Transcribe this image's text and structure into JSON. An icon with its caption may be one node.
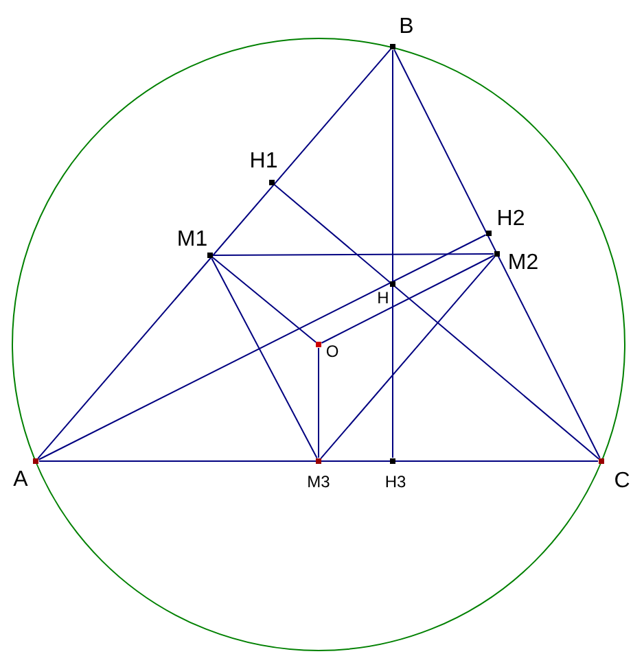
{
  "diagram": {
    "nodes": [
      {
        "text": [
          "B"
        ]
      },
      {
        "text": [
          "H1"
        ]
      },
      {
        "text": [
          "H2"
        ]
      },
      {
        "text": [
          "M1"
        ]
      },
      {
        "text": [
          "M2"
        ]
      },
      {
        "text": [
          "H"
        ]
      },
      {
        "text": [
          "O"
        ]
      },
      {
        "text": [
          "A"
        ]
      },
      {
        "text": [
          "M3"
        ]
      },
      {
        "text": [
          "H3"
        ]
      },
      {
        "text": [
          "C"
        ]
      }
    ],
    "edges": [
      {
        "from": 7,
        "to": 0,
        "arrow": "none"
      },
      {
        "from": 0,
        "to": 10,
        "arrow": "none"
      },
      {
        "from": 7,
        "to": 10,
        "arrow": "none"
      },
      {
        "from": 0,
        "to": 9,
        "arrow": "none"
      },
      {
        "from": 7,
        "to": 2,
        "arrow": "none"
      },
      {
        "from": 10,
        "to": 1,
        "arrow": "none"
      },
      {
        "from": 3,
        "to": 4,
        "arrow": "none"
      },
      {
        "from": 4,
        "to": 8,
        "arrow": "none"
      },
      {
        "from": 8,
        "to": 3,
        "arrow": "none"
      },
      {
        "from": 6,
        "to": 3,
        "arrow": "none"
      },
      {
        "from": 6,
        "to": 4,
        "arrow": "none"
      },
      {
        "from": 6,
        "to": 8,
        "arrow": "none"
      }
    ]
  }
}
